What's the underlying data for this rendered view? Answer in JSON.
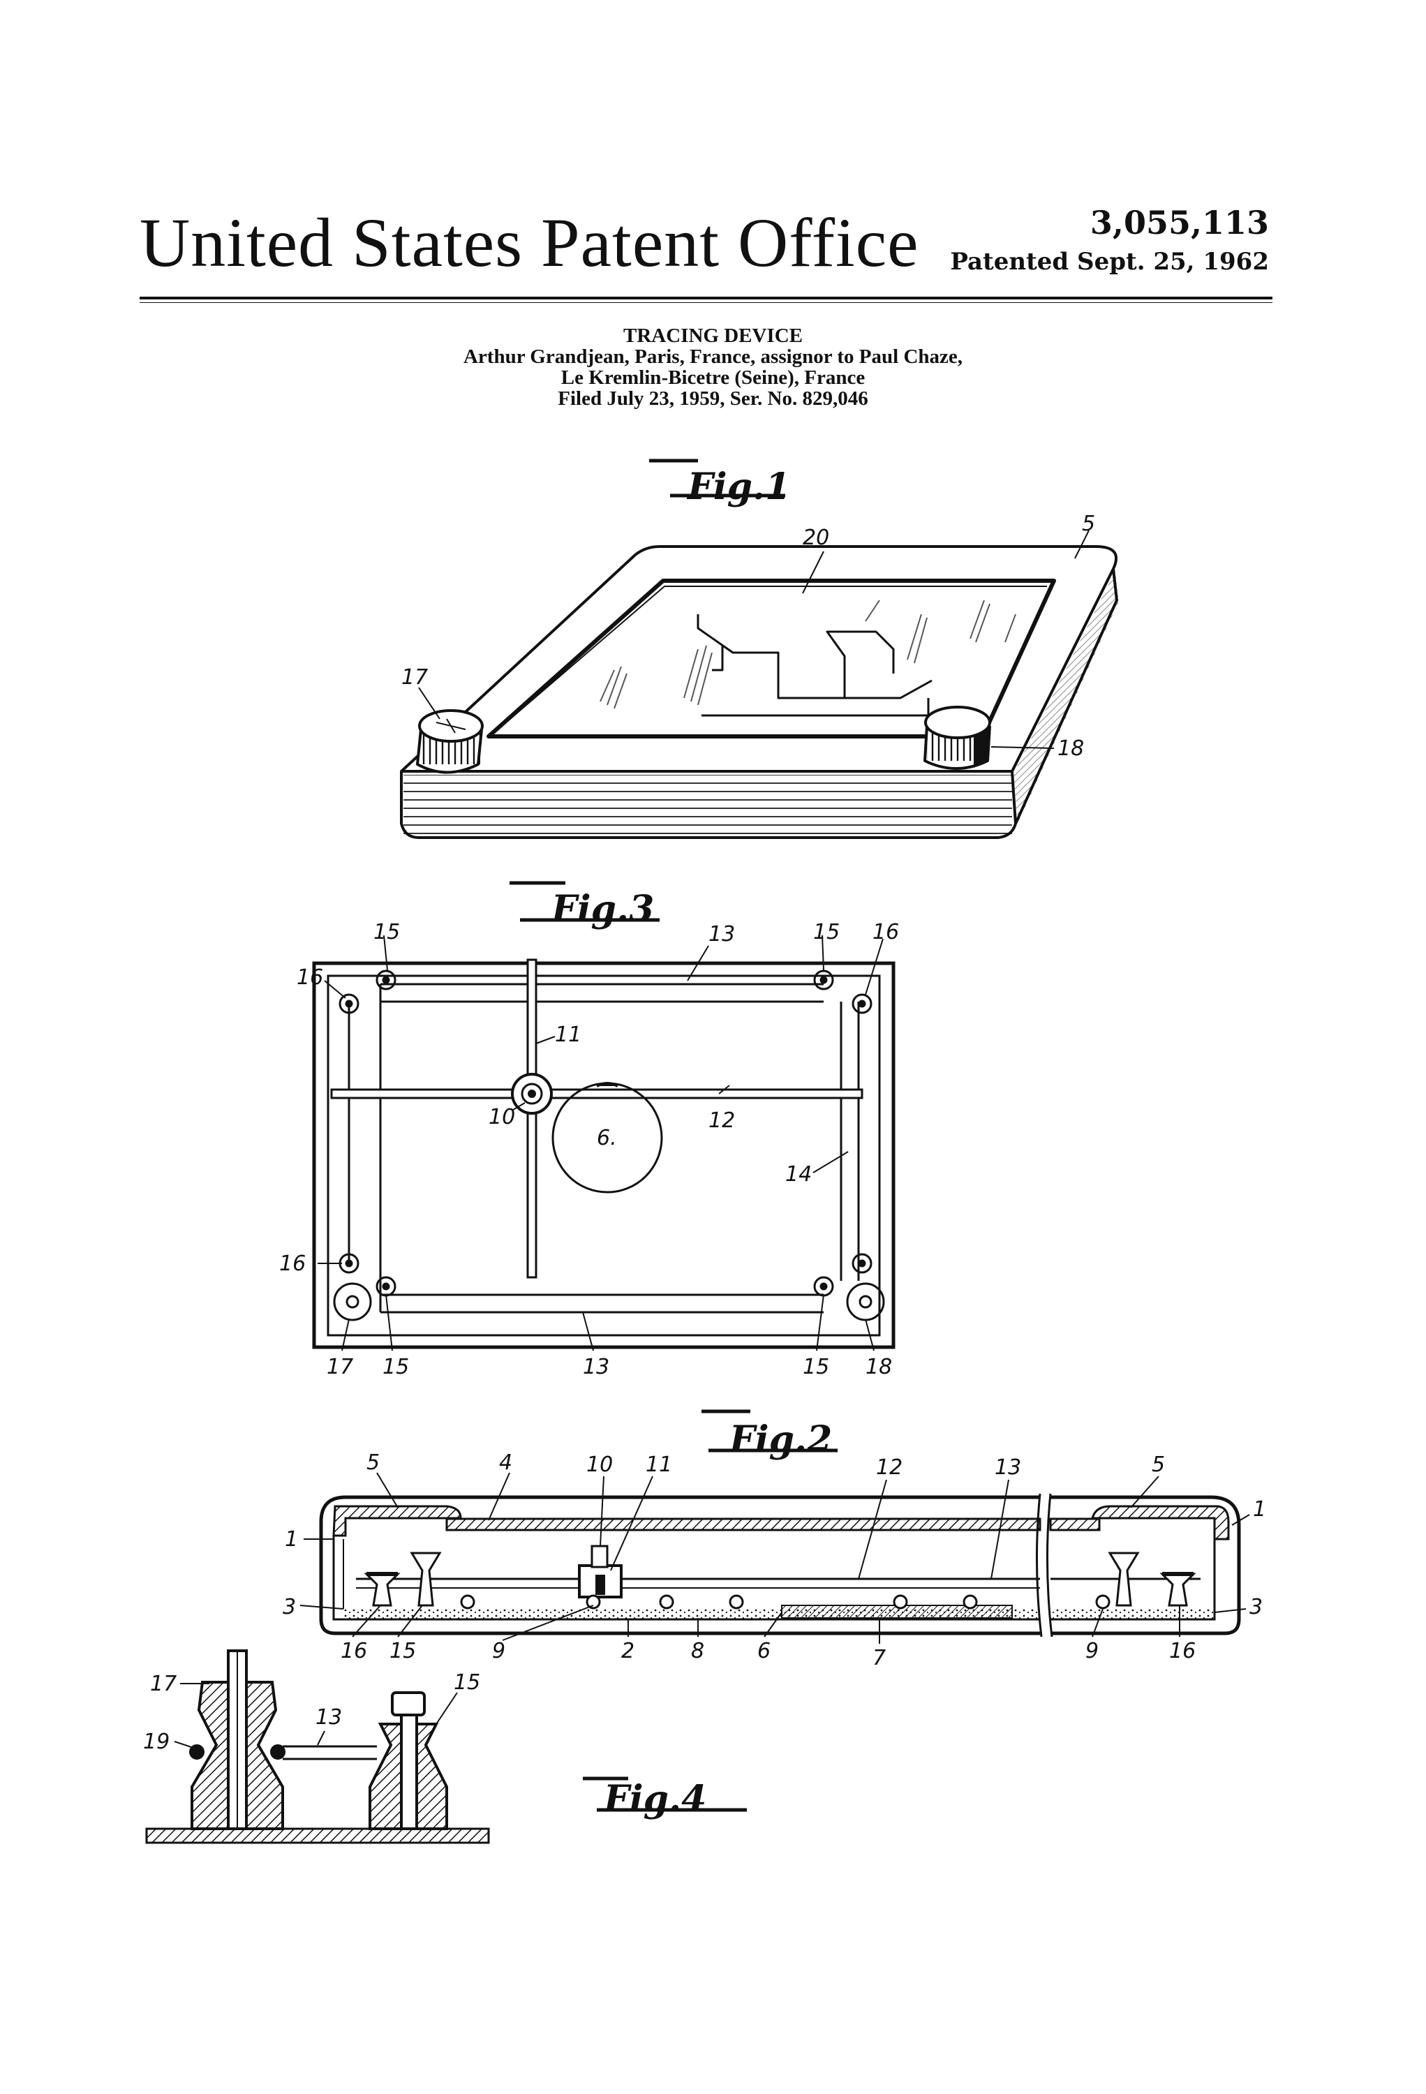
{
  "header": {
    "office": "United States Patent Office",
    "patent_number": "3,055,113",
    "patented_date": "Patented Sept. 25, 1962"
  },
  "meta": {
    "title": "TRACING DEVICE",
    "inventor_line": "Arthur Grandjean, Paris, France, assignor to Paul Chaze,",
    "location_line": "Le Kremlin-Bicetre (Seine), France",
    "filing_line": "Filed July 23, 1959, Ser. No. 829,046"
  },
  "figures": {
    "fig1": {
      "label": "Fig.1",
      "refs": [
        "20",
        "5",
        "17",
        "18"
      ]
    },
    "fig3": {
      "label": "Fig.3",
      "refs": [
        "15",
        "13",
        "15",
        "16",
        "16",
        "11",
        "10",
        "6.",
        "12",
        "14",
        "16",
        "17",
        "15",
        "13",
        "15",
        "18"
      ]
    },
    "fig2": {
      "label": "Fig.2",
      "refs": [
        "5",
        "4",
        "10",
        "11",
        "12",
        "13",
        "5",
        "1",
        "1",
        "3",
        "3",
        "16",
        "15",
        "9",
        "2",
        "8",
        "6",
        "7",
        "9",
        "16"
      ]
    },
    "fig4": {
      "label": "Fig.4",
      "refs": [
        "17",
        "19",
        "13",
        "15"
      ]
    }
  }
}
